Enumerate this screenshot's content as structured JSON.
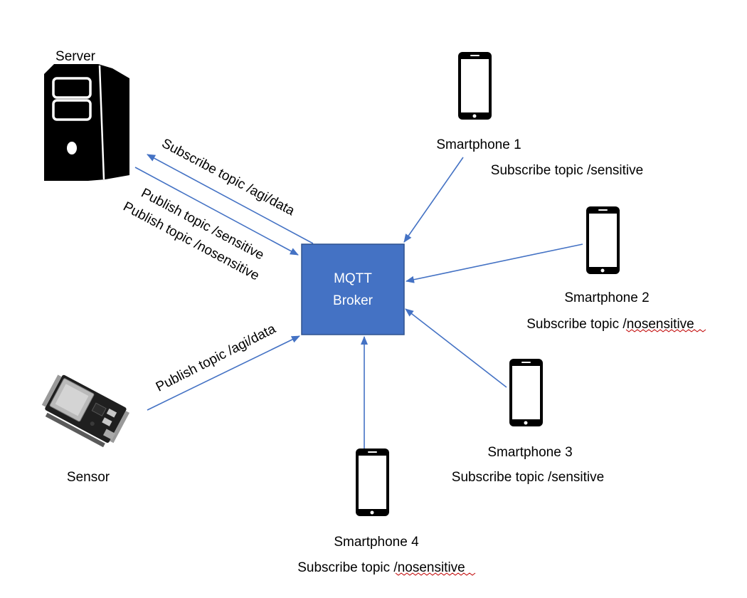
{
  "colors": {
    "accent": "#4472C4",
    "broker_fill": "#4472C4",
    "broker_border": "#2F528F",
    "arrow": "#4472C4",
    "device": "#000000",
    "spellcheck": "#C00000"
  },
  "icons": {
    "server": "server-tower-icon",
    "phone": "smartphone-icon",
    "sensor": "esp32-board-icon"
  },
  "broker": {
    "line1": "MQTT",
    "line2": "Broker"
  },
  "server": {
    "label": "Server"
  },
  "sensor": {
    "label": "Sensor"
  },
  "phones": [
    {
      "label": "Smartphone 1",
      "subscription": "Subscribe topic /sensitive"
    },
    {
      "label": "Smartphone 2",
      "subscription": "Subscribe topic /nosensitive"
    },
    {
      "label": "Smartphone 3",
      "subscription": "Subscribe topic /sensitive"
    },
    {
      "label": "Smartphone 4",
      "subscription": "Subscribe topic /nosensitive"
    }
  ],
  "edges": {
    "server_subscribe": "Subscribe topic /agi/data",
    "server_publish_1": "Publish topic /sensitive",
    "server_publish_2": "Publish topic /nosensitive",
    "sensor_publish": "Publish topic /agi/data"
  }
}
